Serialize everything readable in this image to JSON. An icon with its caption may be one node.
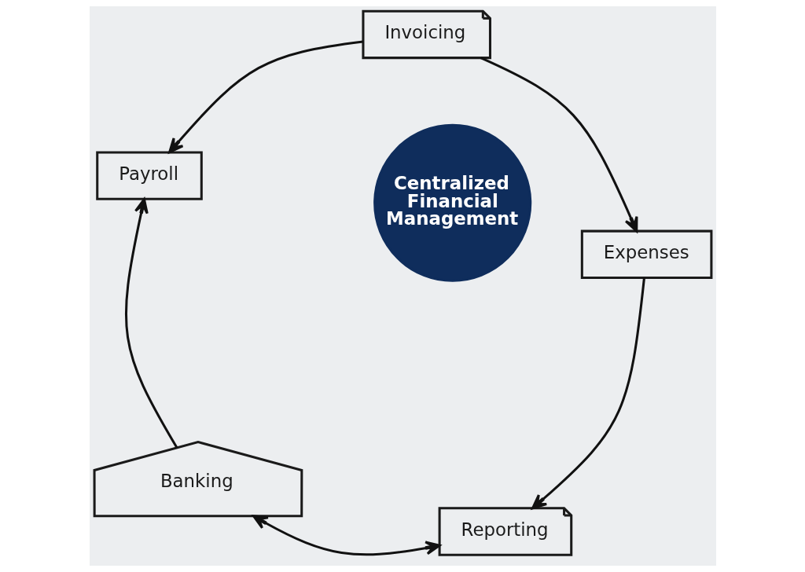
{
  "diagram": {
    "nodes": [
      {
        "text": [
          "Invoicing"
        ]
      },
      {
        "text": [
          "Payroll"
        ]
      },
      {
        "text": [
          "Centralized Financial Management"
        ]
      },
      {
        "text": [
          "Expenses"
        ]
      },
      {
        "text": [
          "Banking"
        ]
      },
      {
        "text": [
          "Reporting"
        ]
      }
    ],
    "edges": [
      {
        "from": 0,
        "to": 1,
        "arrow": "to"
      },
      {
        "from": 0,
        "to": 3,
        "arrow": "to"
      },
      {
        "from": 3,
        "to": 5,
        "arrow": "to"
      },
      {
        "from": 4,
        "to": 5,
        "arrow": "both"
      },
      {
        "from": 4,
        "to": 1,
        "arrow": "to"
      }
    ]
  }
}
